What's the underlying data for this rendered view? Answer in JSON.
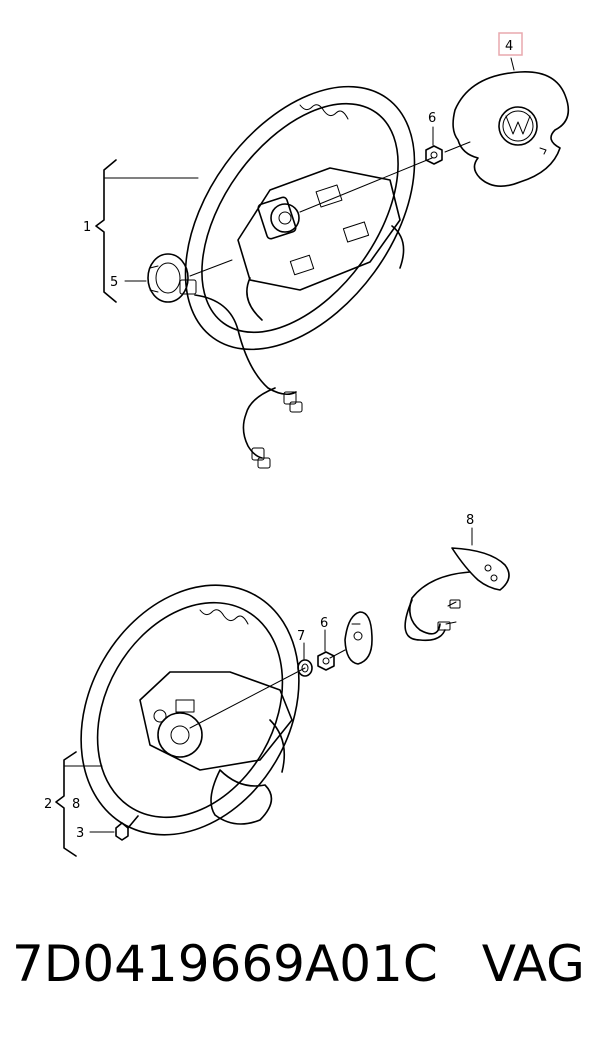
{
  "callouts": {
    "part_1": "1",
    "part_2": "2",
    "part_3": "3",
    "part_4": "4",
    "part_5": "5",
    "part_6_top": "6",
    "part_6_bottom": "6",
    "part_7": "7",
    "part_8_top": "8",
    "part_8_bottom": "8"
  },
  "highlight_color": "#e8a9ae",
  "caption": {
    "part_number": "7D0419669A01C",
    "brand": "VAG"
  }
}
